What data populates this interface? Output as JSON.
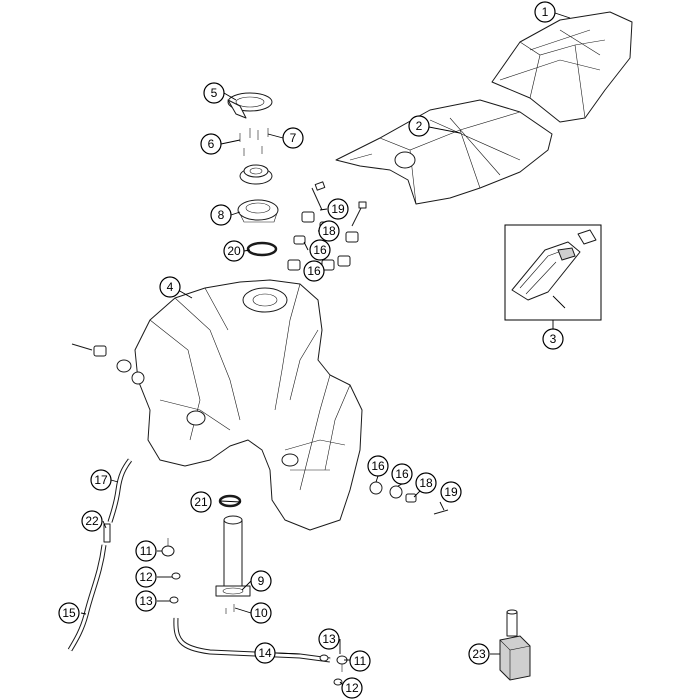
{
  "diagram": {
    "callouts": [
      {
        "id": "c1",
        "label": "1"
      },
      {
        "id": "c2",
        "label": "2"
      },
      {
        "id": "c3",
        "label": "3"
      },
      {
        "id": "c4",
        "label": "4"
      },
      {
        "id": "c5",
        "label": "5"
      },
      {
        "id": "c6",
        "label": "6"
      },
      {
        "id": "c7",
        "label": "7"
      },
      {
        "id": "c8",
        "label": "8"
      },
      {
        "id": "c9",
        "label": "9"
      },
      {
        "id": "c10",
        "label": "10"
      },
      {
        "id": "c11a",
        "label": "11"
      },
      {
        "id": "c11b",
        "label": "11"
      },
      {
        "id": "c12a",
        "label": "12"
      },
      {
        "id": "c12b",
        "label": "12"
      },
      {
        "id": "c13a",
        "label": "13"
      },
      {
        "id": "c13b",
        "label": "13"
      },
      {
        "id": "c14",
        "label": "14"
      },
      {
        "id": "c15",
        "label": "15"
      },
      {
        "id": "c16a",
        "label": "16"
      },
      {
        "id": "c16b",
        "label": "16"
      },
      {
        "id": "c16c",
        "label": "16"
      },
      {
        "id": "c16d",
        "label": "16"
      },
      {
        "id": "c17",
        "label": "17"
      },
      {
        "id": "c18a",
        "label": "18"
      },
      {
        "id": "c18b",
        "label": "18"
      },
      {
        "id": "c19a",
        "label": "19"
      },
      {
        "id": "c19b",
        "label": "19"
      },
      {
        "id": "c20",
        "label": "20"
      },
      {
        "id": "c21",
        "label": "21"
      },
      {
        "id": "c22",
        "label": "22"
      },
      {
        "id": "c23",
        "label": "23"
      }
    ]
  }
}
